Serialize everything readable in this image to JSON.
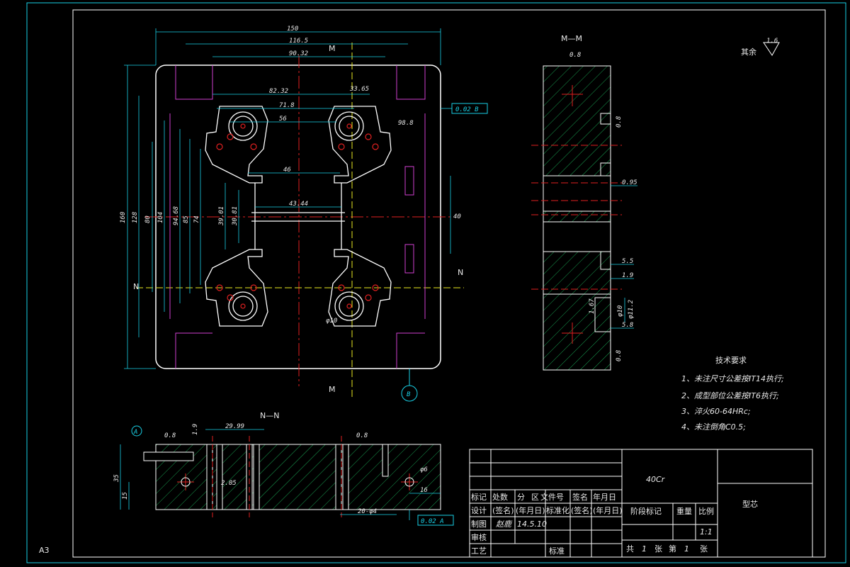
{
  "sheet": {
    "size_label": "A3"
  },
  "colors": {
    "frame": "#19d0e6",
    "outline": "#ffffff",
    "hatch": "#18a050",
    "center": "#e02020",
    "hidden": "#d040d0",
    "dim": "#19d0e6",
    "yellow": "#e8e820"
  },
  "views": {
    "main": {
      "section_mark_top": "M",
      "section_mark_bottom": "M",
      "section_mark_left": "N",
      "section_mark_right": "N",
      "datum_label": "B",
      "dims": {
        "d150": "150",
        "d116": "116.5",
        "d90": "90.32",
        "d82": "82.32",
        "d71": "71.8",
        "d56": "56",
        "d46": "46",
        "d43": "43.44",
        "d40": "40",
        "d160": "160",
        "d128": "128",
        "d80": "80",
        "d104": "104",
        "d94": "94.68",
        "d85": "85",
        "d74": "74",
        "d39": "39.01",
        "d30": "30.81",
        "d33": "33.65",
        "d10": "φ10",
        "d988": "98.8",
        "tol_frame": "0.02 B"
      }
    },
    "section_m": {
      "title": "M—M",
      "dims": {
        "d095": "0.95",
        "d55": "5.5",
        "d19": "1.9",
        "d58": "5.8",
        "d10": "φ10",
        "d112": "φ11.2",
        "d167": "1.67",
        "r08a": "0.8",
        "r08b": "0.8",
        "r08c": "0.8"
      }
    },
    "section_n": {
      "title": "N—N",
      "datum_label": "A",
      "dims": {
        "d2999": "29.99",
        "d19": "1.9",
        "d35": "35",
        "d15": "15",
        "d205": "2.05",
        "d6": "φ6",
        "d16": "16",
        "d20": "20-φ4",
        "r08a": "0.8",
        "r08b": "0.8",
        "tol_frame": "0.02 A"
      }
    }
  },
  "roughness_note": {
    "label": "其余",
    "value": "1.6"
  },
  "technical_requirements": {
    "title": "技术要求",
    "items": [
      "1、未注尺寸公差按IT14执行;",
      "2、成型部位公差按IT6执行;",
      "3、淬火60-64HRc;",
      "4、未注倒角C0.5;"
    ]
  },
  "title_block": {
    "material": "40Cr",
    "part_name": "型芯",
    "header_row": [
      "标记",
      "处数",
      "分",
      "区",
      "文件号",
      "签名",
      "年月日"
    ],
    "row_design": [
      "设计",
      "(签名)",
      "(年月日)",
      "标准化",
      "(签名)",
      "(年月日)"
    ],
    "row_draw": [
      "制图",
      "赵鹿",
      "14.5.10"
    ],
    "row_check": "审核",
    "row_process": "工艺",
    "approve": "标准",
    "stage_label": "阶段标记",
    "weight_label": "重量",
    "scale_label": "比例",
    "scale_value": "1:1",
    "sheets": [
      "共",
      "1",
      "张",
      "第",
      "1",
      "张"
    ]
  }
}
